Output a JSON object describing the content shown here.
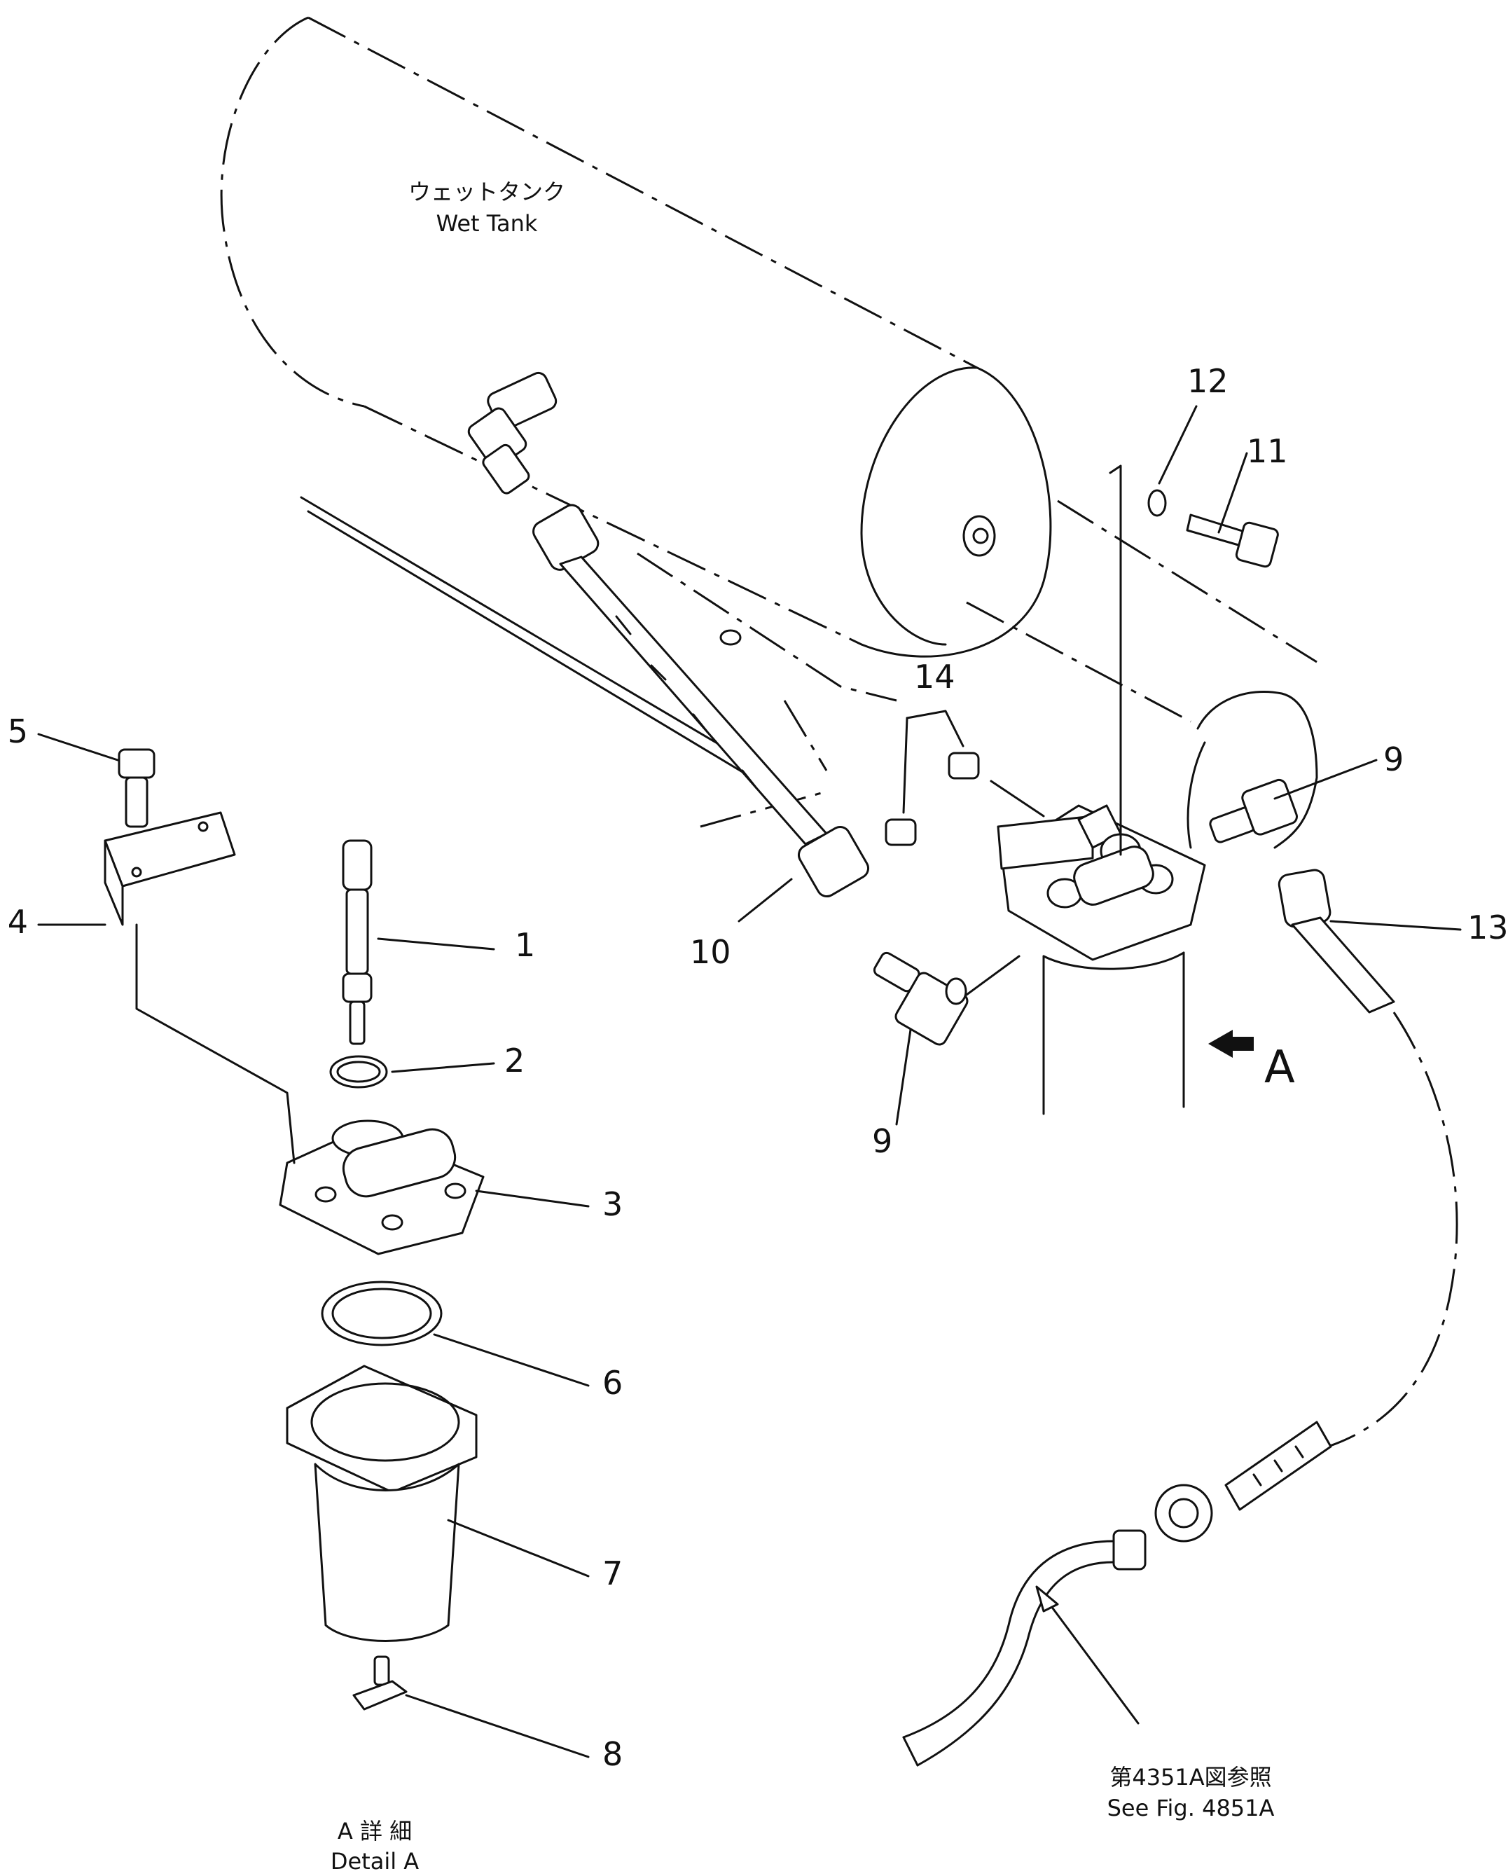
{
  "tank": {
    "label_jp": "ウェットタンク",
    "label_en": "Wet Tank"
  },
  "part_numbers": {
    "p1": "1",
    "p2": "2",
    "p3": "3",
    "p4": "4",
    "p5": "5",
    "p6": "6",
    "p7": "7",
    "p8": "8",
    "p9a": "9",
    "p9b": "9",
    "p10": "10",
    "p11": "11",
    "p12": "12",
    "p13": "13",
    "p14": "14"
  },
  "view_marker": "A",
  "detail": {
    "label_jp": "A 詳 細",
    "label_en": "Detail A"
  },
  "reference": {
    "label_jp": "第4351A図参照",
    "label_en": "See Fig. 4851A"
  }
}
